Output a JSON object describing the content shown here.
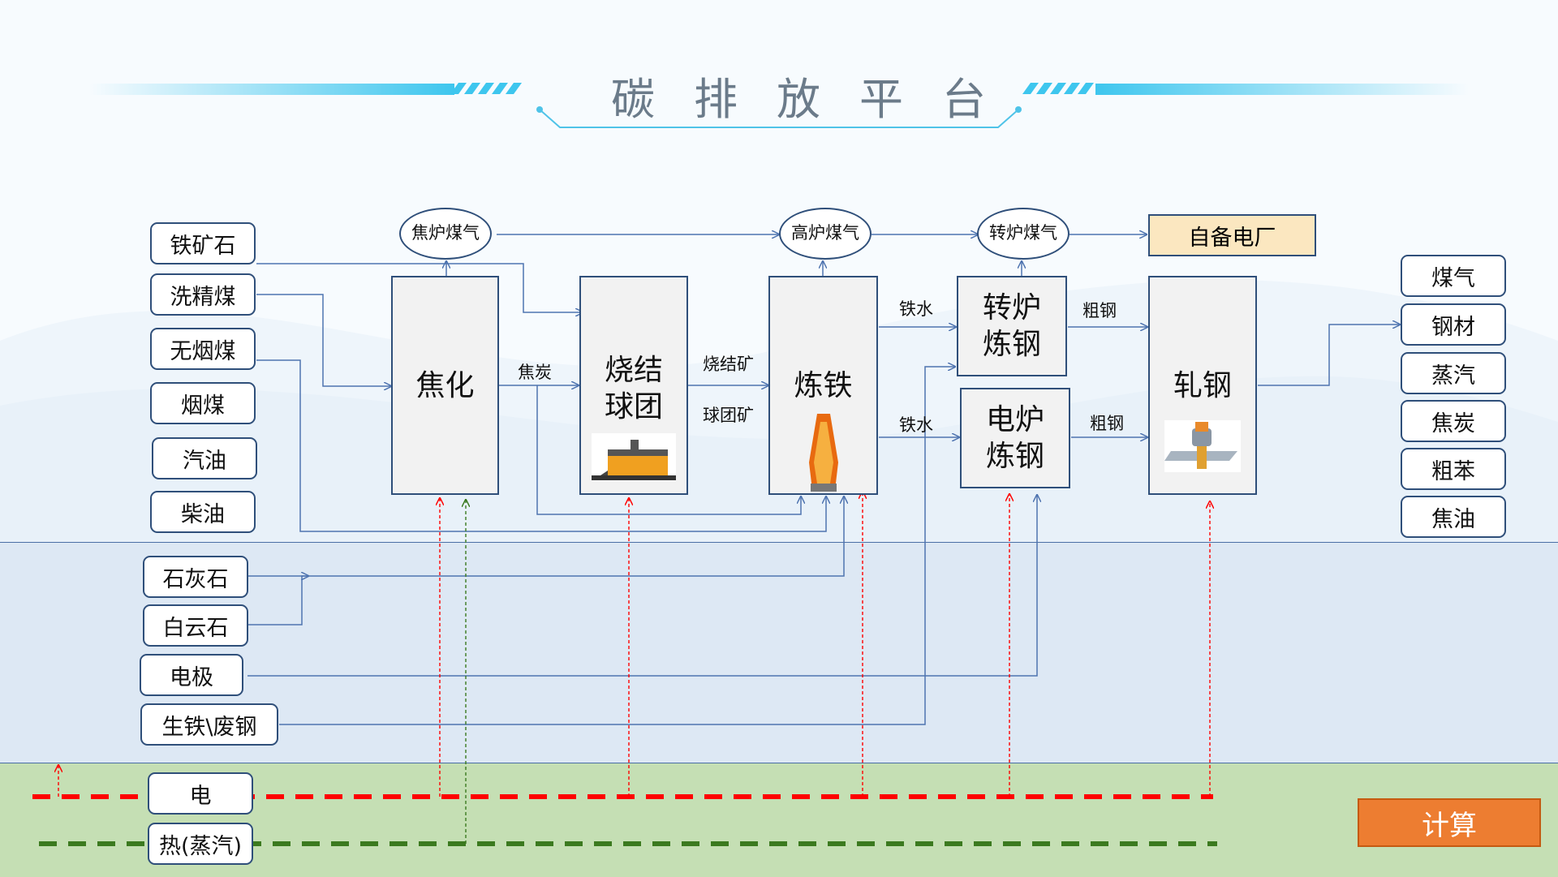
{
  "header": {
    "title": "碳排放平台"
  },
  "inputs": {
    "top": [
      "铁矿石",
      "洗精煤",
      "无烟煤",
      "烟煤",
      "汽油",
      "柴油"
    ],
    "middle": [
      "石灰石",
      "白云石",
      "电极",
      "生铁\\废钢"
    ],
    "energy": [
      "电",
      "热(蒸汽)"
    ]
  },
  "processes": {
    "coking": "焦化",
    "sinter_line1": "烧结",
    "sinter_line2": "球团",
    "ironmaking": "炼铁",
    "bof_line1": "转炉",
    "bof_line2": "炼钢",
    "eaf_line1": "电炉",
    "eaf_line2": "炼钢",
    "rolling": "轧钢"
  },
  "gases": {
    "coke_gas_l1": "焦炉",
    "coke_gas_l2": "煤气",
    "bf_gas_l1": "高炉",
    "bf_gas_l2": "煤气",
    "bof_gas_l1": "转炉",
    "bof_gas_l2": "煤气"
  },
  "power_plant": "自备电厂",
  "flows": {
    "coke": "焦炭",
    "sinter_ore": "烧结矿",
    "pellet_ore": "球团矿",
    "hot_metal_1": "铁水",
    "hot_metal_2": "铁水",
    "crude_steel_1": "粗钢",
    "crude_steel_2": "粗钢"
  },
  "outputs": [
    "煤气",
    "钢材",
    "蒸汽",
    "焦炭",
    "粗苯",
    "焦油"
  ],
  "actions": {
    "calculate": "计算"
  },
  "colors": {
    "line_blue": "#4f74b0",
    "electric_red": "#ff0000",
    "heat_green": "#3b7a1f",
    "calc_orange": "#ed7d31",
    "power_plant_fill": "#fbe7c0",
    "band_blue": "#dde8f4",
    "band_green": "#c5dfb4"
  }
}
